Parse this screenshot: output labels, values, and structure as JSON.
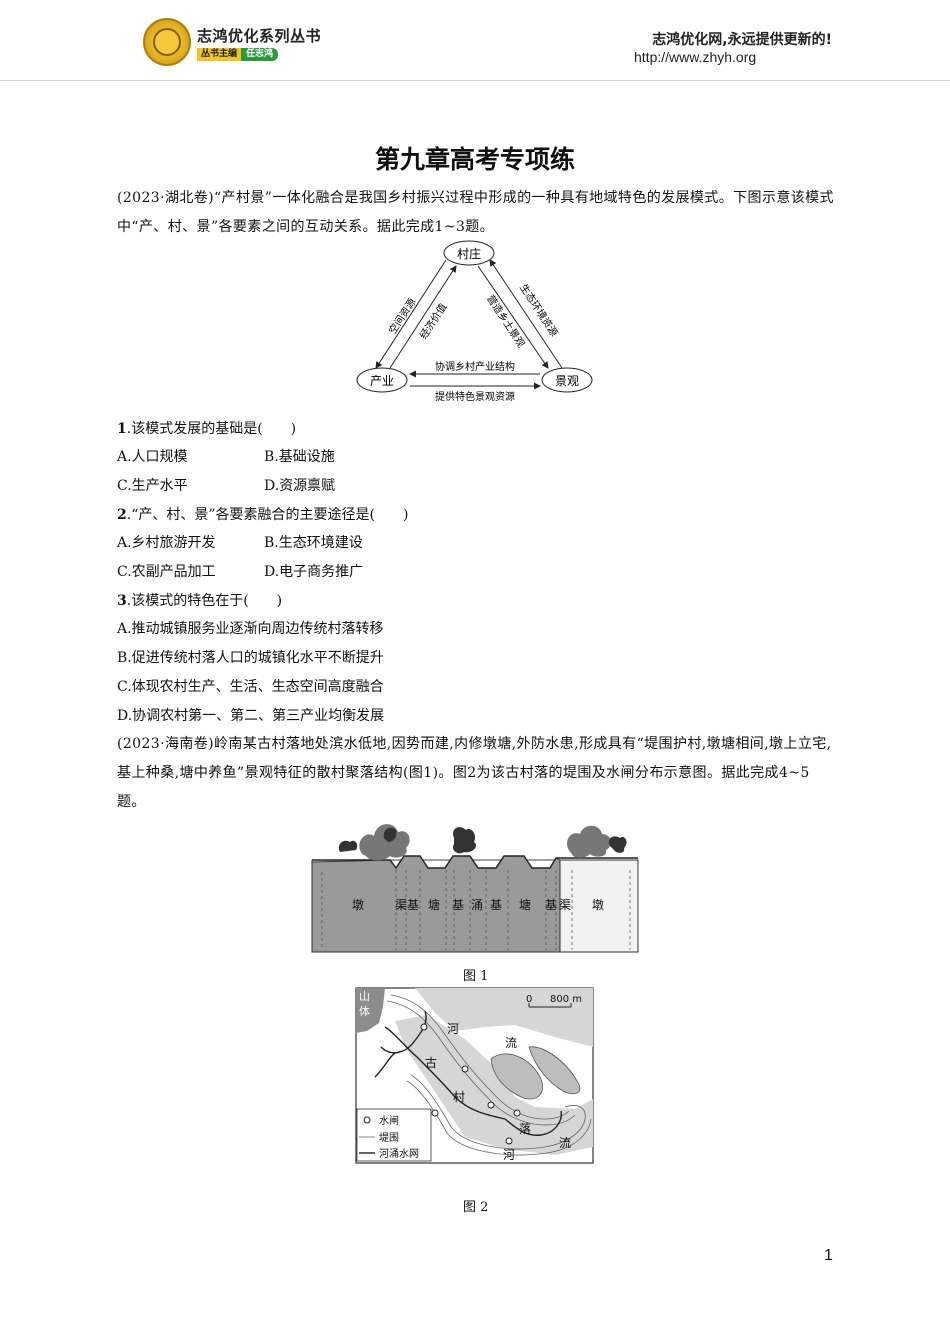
{
  "header": {
    "brand_title": "志鸿优化系列丛书",
    "brand_editor_label": "丛书主编",
    "brand_editor_name": "任志鸿",
    "slogan": "志鸿优化网,永远提供更新的!",
    "url": "http://www.zhyh.org"
  },
  "title": "第九章高考专项练",
  "intro1": "(2023·湖北卷)“产村景”一体化融合是我国乡村振兴过程中形成的一种具有地域特色的发展模式。下图示意该模式中“产、村、景”各要素之间的互动关系。据此完成1~3题。",
  "diagram1": {
    "node_top": "村庄",
    "node_left": "产业",
    "node_right": "景观",
    "left_outer": "空间资源",
    "left_inner": "经济价值",
    "right_outer": "生态环境资源",
    "right_inner": "营造乡土景观",
    "bottom_top": "协调乡村产业结构",
    "bottom_bottom": "提供特色景观资源"
  },
  "q1": {
    "num": "1",
    "stem": ".该模式发展的基础是(　　)",
    "A": "A.人口规模",
    "B": "B.基础设施",
    "C": "C.生产水平",
    "D": "D.资源禀赋"
  },
  "q2": {
    "num": "2",
    "stem": ".“产、村、景”各要素融合的主要途径是(　　)",
    "A": "A.乡村旅游开发",
    "B": "B.生态环境建设",
    "C": "C.农副产品加工",
    "D": "D.电子商务推广"
  },
  "q3": {
    "num": "3",
    "stem": ".该模式的特色在于(　　)",
    "A": "A.推动城镇服务业逐渐向周边传统村落转移",
    "B": "B.促进传统村落人口的城镇化水平不断提升",
    "C": "C.体现农村生产、生活、生态空间高度融合",
    "D": "D.协调农村第一、第二、第三产业均衡发展"
  },
  "intro2": "(2023·海南卷)岭南某古村落地处滨水低地,因势而建,内修墩塘,外防水患,形成具有“堤围护村,墩塘相间,墩上立宅,基上种桑,塘中养鱼”景观特征的散村聚落结构(图1)。图2为该古村落的堤围及水闸分布示意图。据此完成4~5题。",
  "fig1": {
    "caption": "图 1",
    "labels": [
      "墩",
      "渠",
      "基",
      "塘",
      "基",
      "涌",
      "基",
      "塘",
      "基",
      "渠",
      "墩"
    ]
  },
  "fig2": {
    "caption": "图 2",
    "mountain": "山体",
    "river1": "河",
    "river2": "流",
    "village1": "古",
    "village2": "村",
    "village3": "落",
    "river3": "流",
    "river4": "河",
    "scale_zero": "0",
    "scale_dist": "800 m",
    "legend_sluice": "水闸",
    "legend_dike": "堤围",
    "legend_network": "河涌水网"
  },
  "page_number": "1"
}
